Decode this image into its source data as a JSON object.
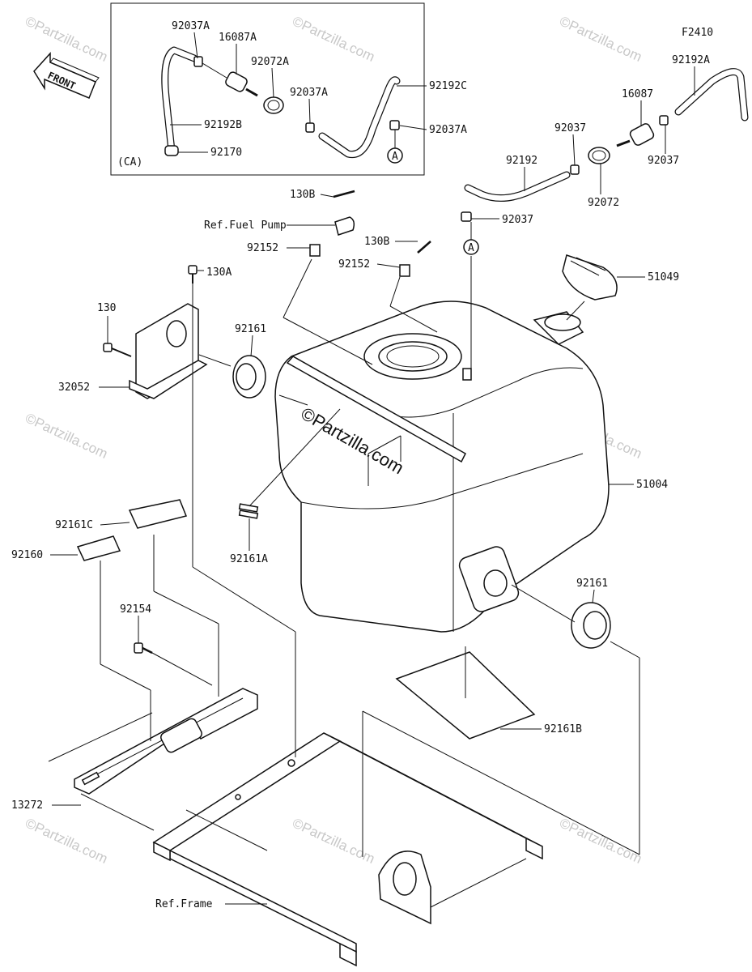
{
  "diagram": {
    "figure_code": "F2410",
    "front_label": "FRONT",
    "inset_label": "(CA)",
    "watermark": "©Partzilla.com",
    "refs": {
      "fuel_pump": "Ref.Fuel Pump",
      "frame": "Ref.Frame"
    },
    "callout_letter": "A",
    "parts": {
      "p92037A_1": "92037A",
      "p16087A": "16087A",
      "p92072A": "92072A",
      "p92037A_2": "92037A",
      "p92192C": "92192C",
      "p92037A_3": "92037A",
      "p92192B": "92192B",
      "p92170": "92170",
      "p92192A": "92192A",
      "p16087": "16087",
      "p92037_1": "92037",
      "p92037_2": "92037",
      "p92192": "92192",
      "p92072": "92072",
      "p92037_3": "92037",
      "p130B_1": "130B",
      "p92152_1": "92152",
      "p130B_2": "130B",
      "p92152_2": "92152",
      "p130A": "130A",
      "p51049": "51049",
      "p130": "130",
      "p92161_1": "92161",
      "p32052": "32052",
      "p51004": "51004",
      "p92161C": "92161C",
      "p92160": "92160",
      "p92161A": "92161A",
      "p92161_2": "92161",
      "p92154": "92154",
      "p92161B": "92161B",
      "p13272": "13272"
    }
  }
}
